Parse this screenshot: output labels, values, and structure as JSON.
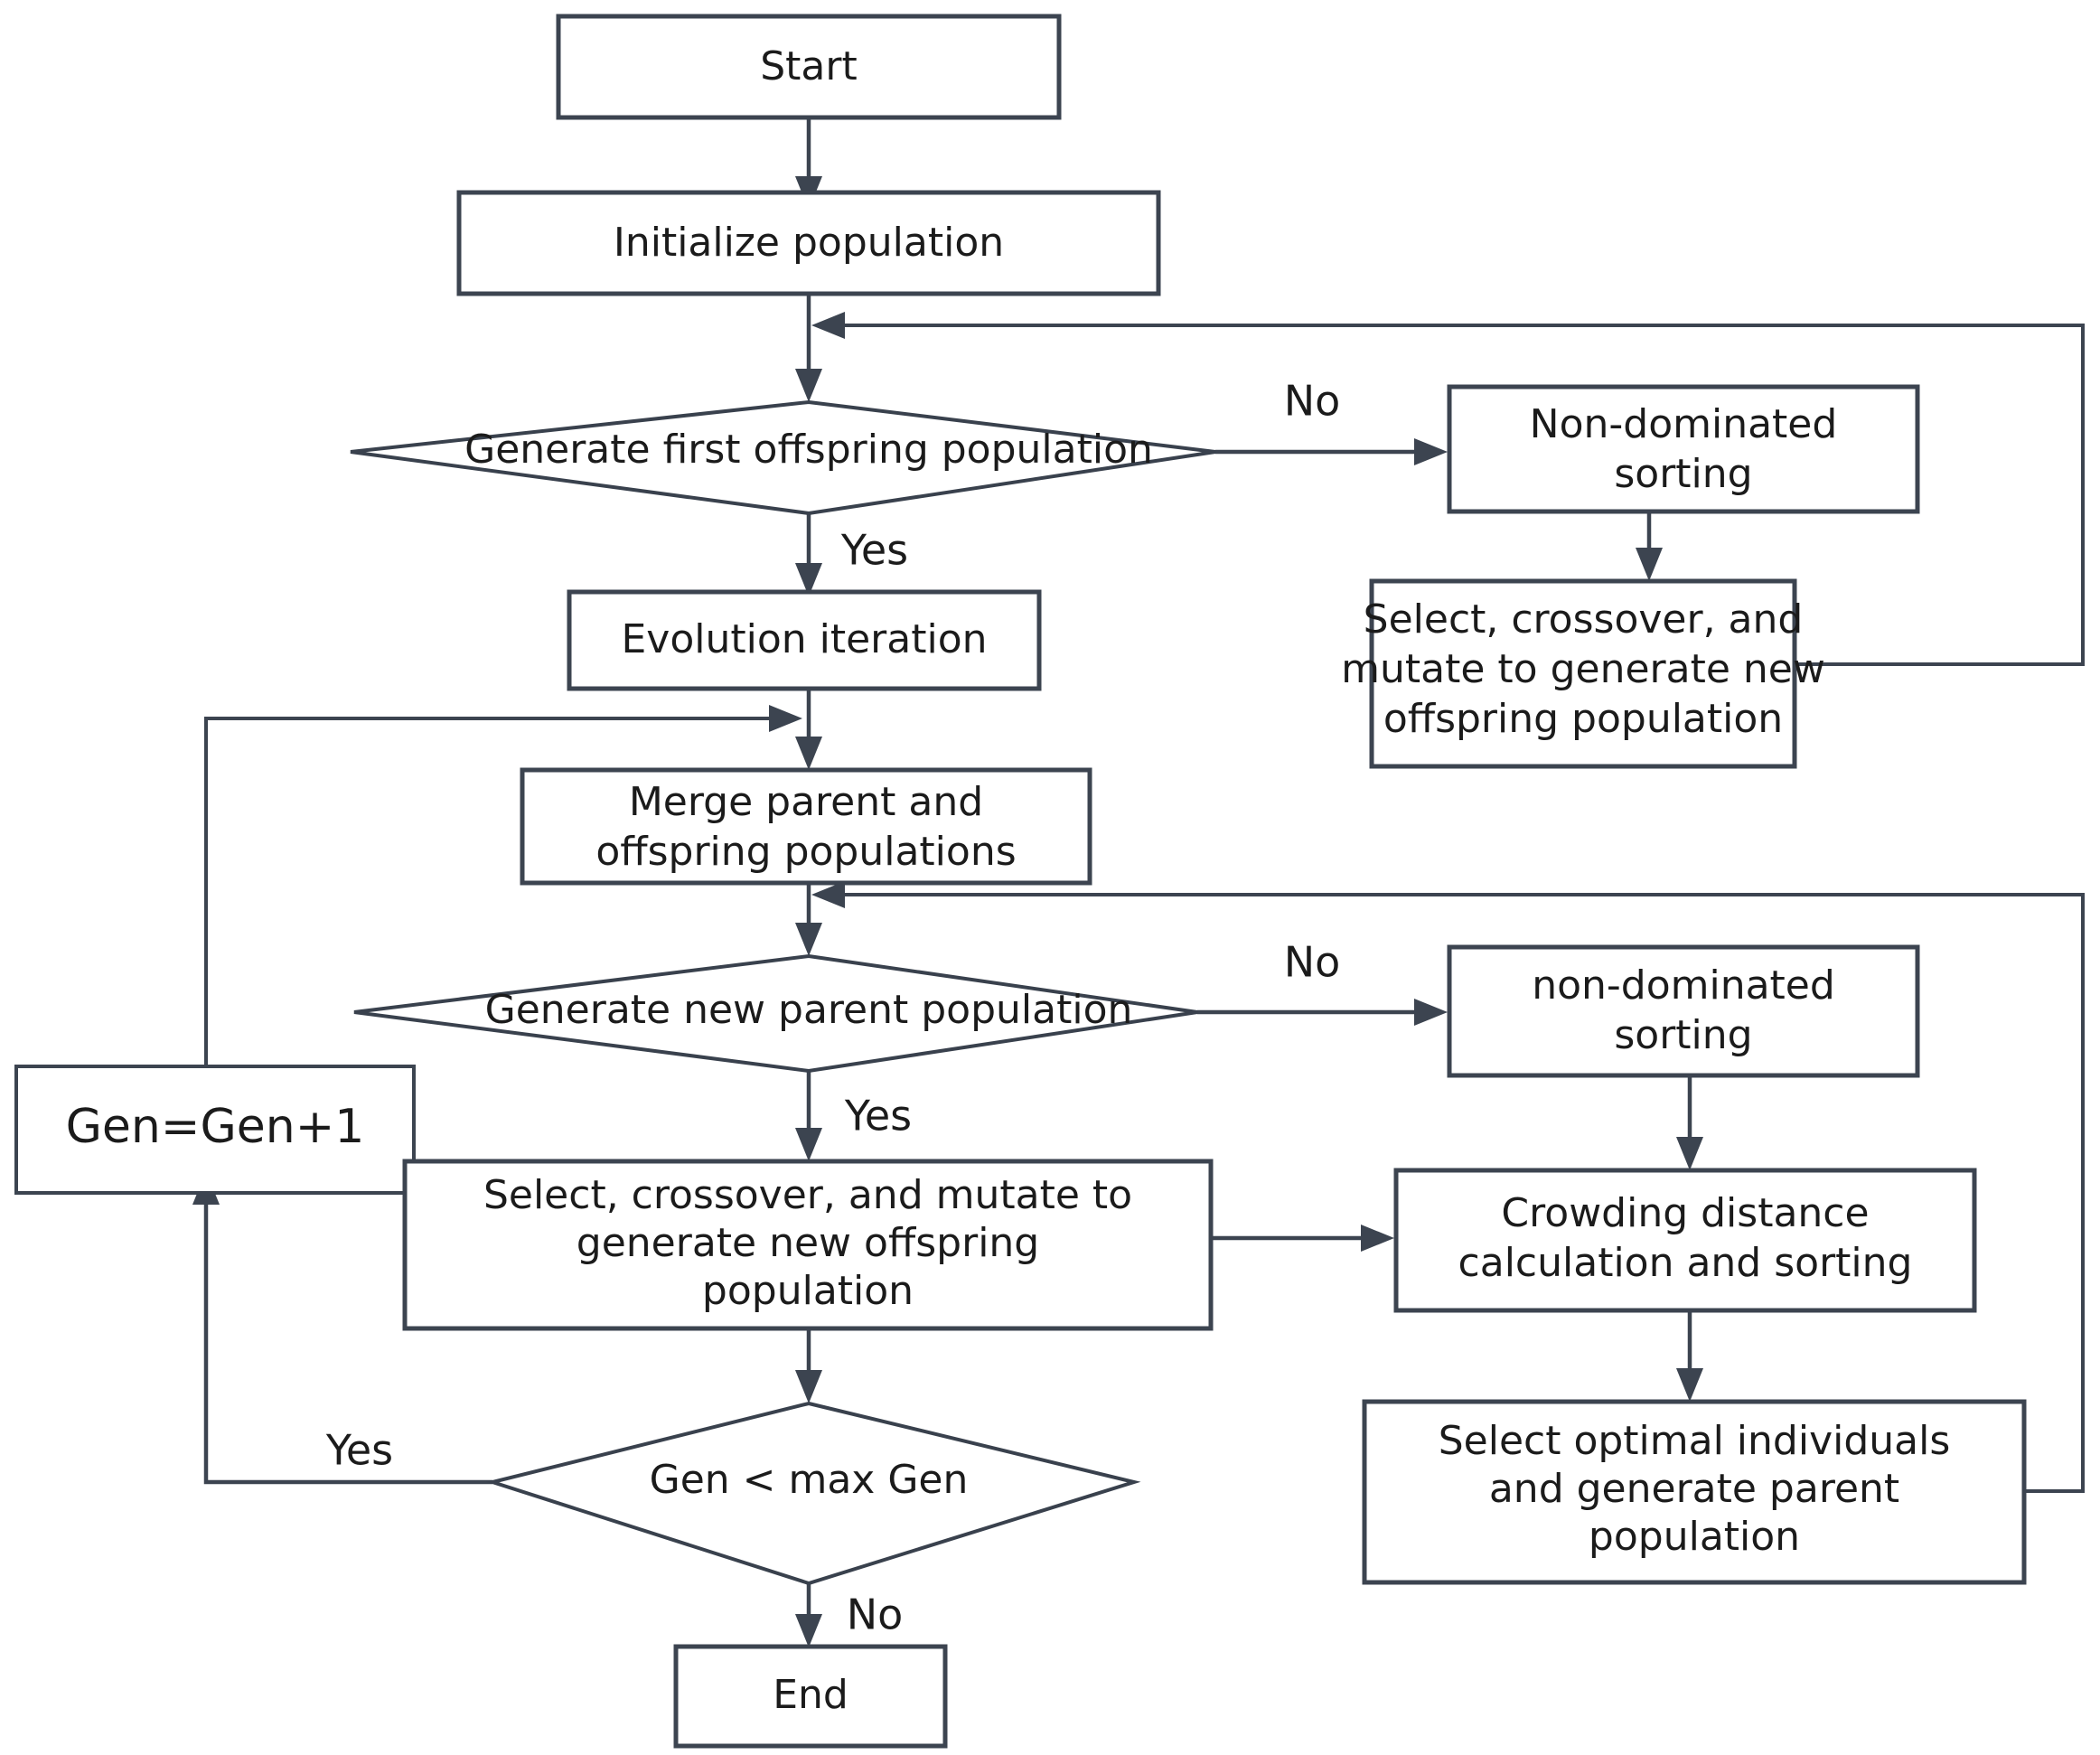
{
  "diagram": {
    "title": "NSGA-II multi-objective optimization flowchart",
    "type": "flowchart",
    "colors": {
      "stroke": "#3c4450",
      "fill": "#ffffff",
      "text": "#1b1b1b",
      "background": "#ffffff"
    },
    "nodes": [
      {
        "id": "start",
        "shape": "process",
        "text": "Start"
      },
      {
        "id": "init",
        "shape": "process",
        "text": "Initialize population"
      },
      {
        "id": "dec1",
        "shape": "decision",
        "text": "Generate first offspring population"
      },
      {
        "id": "nds1",
        "shape": "process",
        "text_line1": "Non-dominated",
        "text_line2": "sorting"
      },
      {
        "id": "scm1",
        "shape": "process",
        "text_line1": "Select, crossover, and",
        "text_line2": "mutate to generate new",
        "text_line3": "offspring population"
      },
      {
        "id": "evo",
        "shape": "process",
        "text": "Evolution iteration"
      },
      {
        "id": "merge",
        "shape": "process",
        "text_line1": "Merge parent and",
        "text_line2": "offspring populations"
      },
      {
        "id": "dec2",
        "shape": "decision",
        "text": "Generate new parent population"
      },
      {
        "id": "nds2",
        "shape": "process",
        "text_line1": "non-dominated",
        "text_line2": "sorting"
      },
      {
        "id": "gen",
        "shape": "process",
        "text": "Gen=Gen+1"
      },
      {
        "id": "scm2",
        "shape": "process",
        "text_line1": "Select, crossover, and mutate to",
        "text_line2": "generate new offspring",
        "text_line3": "population"
      },
      {
        "id": "crowd",
        "shape": "process",
        "text_line1": "Crowding distance",
        "text_line2": "calculation and sorting"
      },
      {
        "id": "selopt",
        "shape": "process",
        "text_line1": "Select optimal individuals",
        "text_line2": "and generate parent",
        "text_line3": "population"
      },
      {
        "id": "dec3",
        "shape": "decision",
        "text": "Gen < max Gen"
      },
      {
        "id": "end",
        "shape": "process",
        "text": "End"
      }
    ],
    "edge_labels": {
      "dec1_no": "No",
      "dec1_yes": "Yes",
      "dec2_no": "No",
      "dec2_yes": "Yes",
      "dec3_yes": "Yes",
      "dec3_no": "No"
    }
  }
}
